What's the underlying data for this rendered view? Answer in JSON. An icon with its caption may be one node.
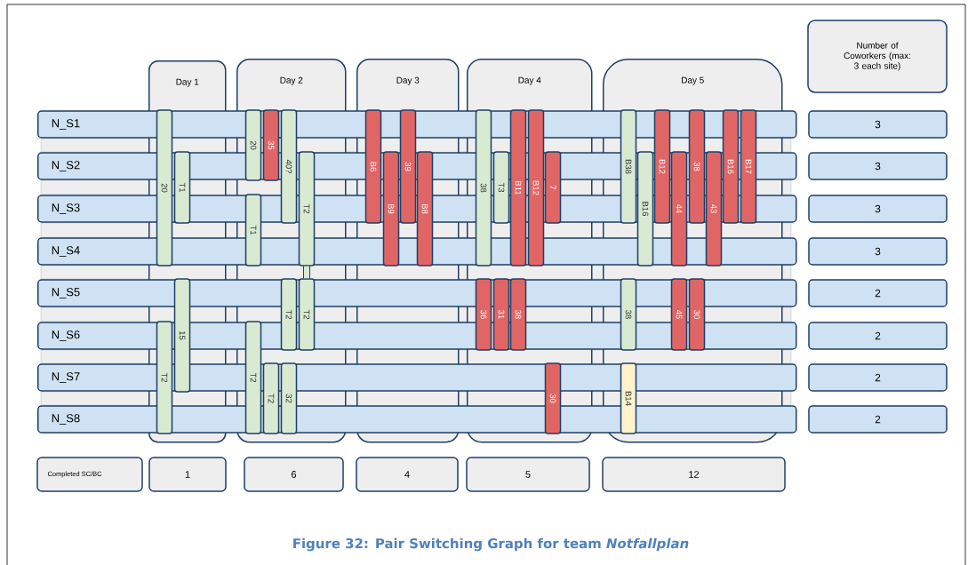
{
  "diagram": {
    "caption": "Figure 32: Pair Switching Graph for team *Notfallplan*",
    "nodes": [
      {
        "text": [
          "Day 1"
        ]
      },
      {
        "text": [
          "Day 2"
        ]
      },
      {
        "text": [
          "Day 3"
        ]
      },
      {
        "text": [
          "Day 4"
        ]
      },
      {
        "text": [
          "Day 5"
        ]
      },
      {
        "text": [
          "Number of Coworkers (max: 3 each site)"
        ]
      },
      {
        "text": [
          "N_S1"
        ]
      },
      {
        "text": [
          "N_S2"
        ]
      },
      {
        "text": [
          "N_S3"
        ]
      },
      {
        "text": [
          "N_S4"
        ]
      },
      {
        "text": [
          "N_S5"
        ]
      },
      {
        "text": [
          "N_S6"
        ]
      },
      {
        "text": [
          "N_S7"
        ]
      },
      {
        "text": [
          "N_S8"
        ]
      },
      {
        "text": [
          "3"
        ]
      },
      {
        "text": [
          "3"
        ]
      },
      {
        "text": [
          "3"
        ]
      },
      {
        "text": [
          "3"
        ]
      },
      {
        "text": [
          "2"
        ]
      },
      {
        "text": [
          "2"
        ]
      },
      {
        "text": [
          "2"
        ]
      },
      {
        "text": [
          "2"
        ]
      },
      {
        "text": [
          "20"
        ],
        "in": 0
      },
      {
        "text": [
          "T1"
        ],
        "in": 0
      },
      {
        "text": [
          "15"
        ],
        "in": 0
      },
      {
        "text": [
          "T2"
        ],
        "in": 0
      },
      {
        "text": [
          "20"
        ],
        "in": 1
      },
      {
        "text": [
          "35"
        ],
        "in": 1
      },
      {
        "text": [
          "40?"
        ],
        "in": 1
      },
      {
        "text": [
          "T2"
        ],
        "in": 1
      },
      {
        "text": [
          "T1"
        ],
        "in": 1
      },
      {
        "text": [
          "T2"
        ],
        "in": 1
      },
      {
        "text": [
          "T2"
        ],
        "in": 1
      },
      {
        "text": [
          "T2"
        ],
        "in": 1
      },
      {
        "text": [
          "T2"
        ],
        "in": 1
      },
      {
        "text": [
          "32"
        ],
        "in": 1
      },
      {
        "text": [
          "B6"
        ],
        "in": 2
      },
      {
        "text": [
          "B9"
        ],
        "in": 2
      },
      {
        "text": [
          "39"
        ],
        "in": 2
      },
      {
        "text": [
          "B8"
        ],
        "in": 2
      },
      {
        "text": [
          "38"
        ],
        "in": 3
      },
      {
        "text": [
          "T3"
        ],
        "in": 3
      },
      {
        "text": [
          "B11"
        ],
        "in": 3
      },
      {
        "text": [
          "B12"
        ],
        "in": 3
      },
      {
        "text": [
          "7"
        ],
        "in": 3
      },
      {
        "text": [
          "36"
        ],
        "in": 3
      },
      {
        "text": [
          "31"
        ],
        "in": 3
      },
      {
        "text": [
          "38"
        ],
        "in": 3
      },
      {
        "text": [
          "30"
        ],
        "in": 3
      },
      {
        "text": [
          "B38"
        ],
        "in": 4
      },
      {
        "text": [
          "B16"
        ],
        "in": 4
      },
      {
        "text": [
          "B12"
        ],
        "in": 4
      },
      {
        "text": [
          "44"
        ],
        "in": 4
      },
      {
        "text": [
          "38"
        ],
        "in": 4
      },
      {
        "text": [
          "43"
        ],
        "in": 4
      },
      {
        "text": [
          "B16"
        ],
        "in": 4
      },
      {
        "text": [
          "B17"
        ],
        "in": 4
      },
      {
        "text": [
          "38"
        ],
        "in": 4
      },
      {
        "text": [
          "45"
        ],
        "in": 4
      },
      {
        "text": [
          "30"
        ],
        "in": 4
      },
      {
        "text": [
          "B14"
        ],
        "in": 4
      },
      {
        "text": [
          "Completed SC/BC"
        ]
      },
      {
        "text": [
          "1"
        ]
      },
      {
        "text": [
          "6"
        ]
      },
      {
        "text": [
          "4"
        ]
      },
      {
        "text": [
          "5"
        ]
      },
      {
        "text": [
          "12"
        ]
      }
    ],
    "edges": [
      {
        "from": 29,
        "to": 32,
        "arrow": "none"
      }
    ]
  }
}
